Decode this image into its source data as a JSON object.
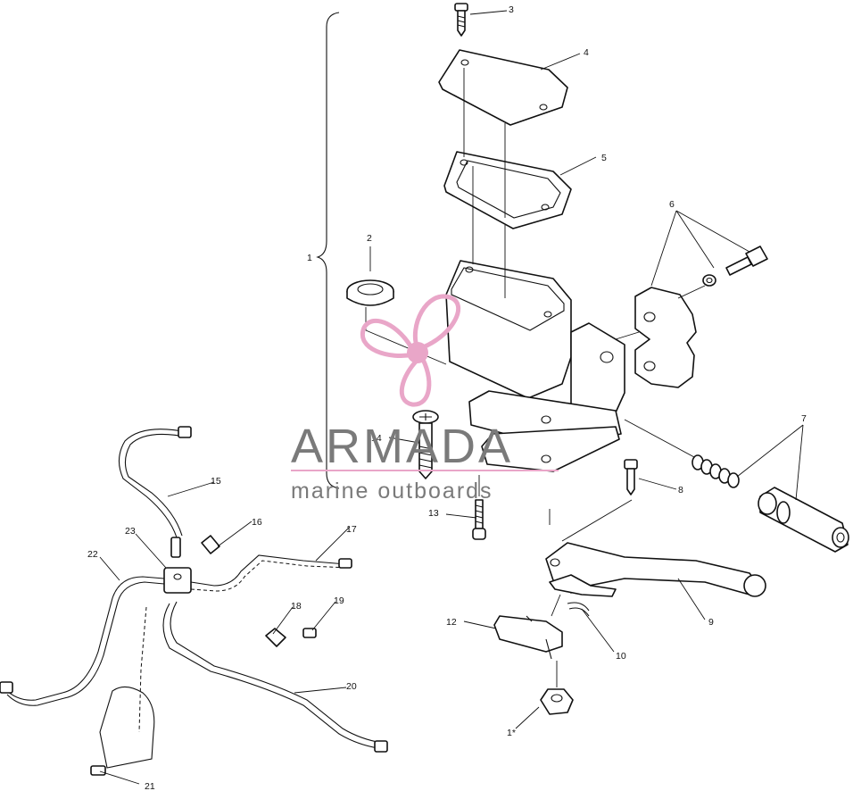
{
  "callouts": {
    "c1": "1",
    "c2": "2",
    "c3": "3",
    "c4": "4",
    "c5": "5",
    "c6": "6",
    "c7": "7",
    "c8": "8",
    "c9": "9",
    "c10": "10",
    "c11": "1*",
    "c12": "12",
    "c13": "13",
    "c14": "14",
    "c15": "15",
    "c16": "16",
    "c17": "17",
    "c18": "18",
    "c19": "19",
    "c20": "20",
    "c21": "21",
    "c22": "22",
    "c23": "23"
  },
  "watermark": {
    "brand": "ARMADA",
    "tagline": "marine outboards",
    "brand_color": "#7a7a7a",
    "logo_color": "#e9a6c8",
    "rule_color": "#e9a6c8"
  }
}
